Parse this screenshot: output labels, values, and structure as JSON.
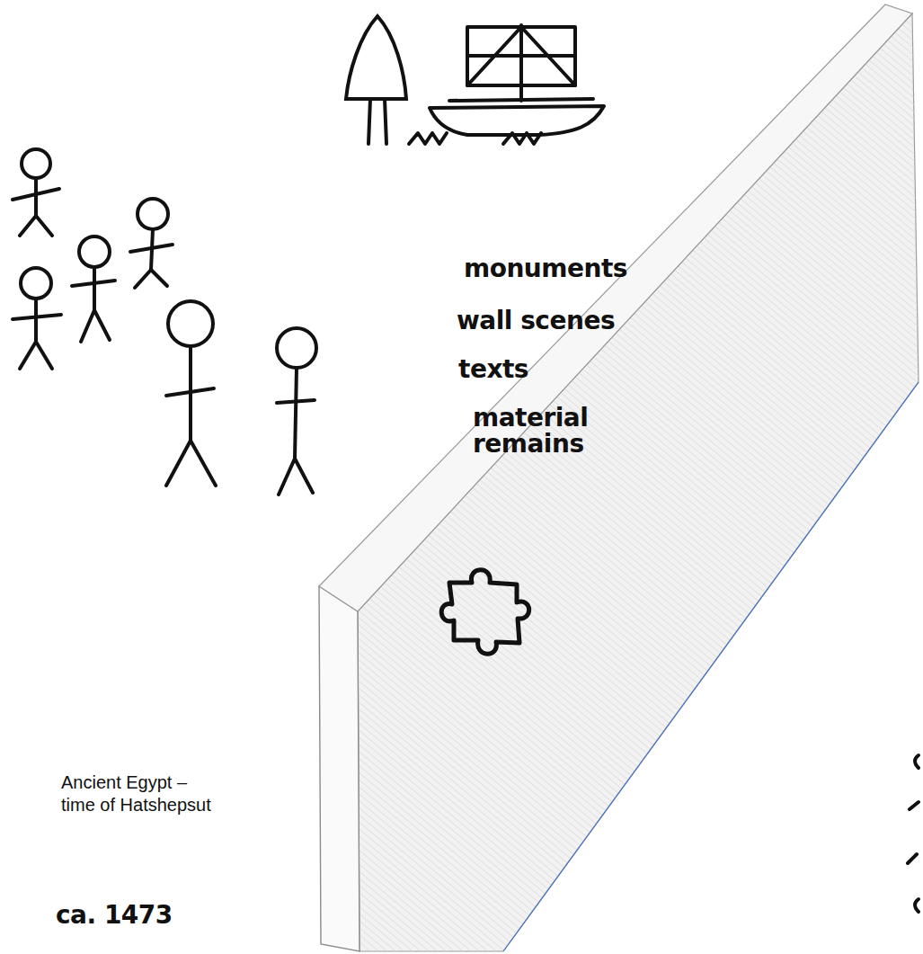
{
  "diagram": {
    "labels": [
      "monuments",
      "wall scenes",
      "texts",
      "material remains",
      "Ancient Egypt – time of Hatshepsut",
      "ca. 1473"
    ]
  }
}
